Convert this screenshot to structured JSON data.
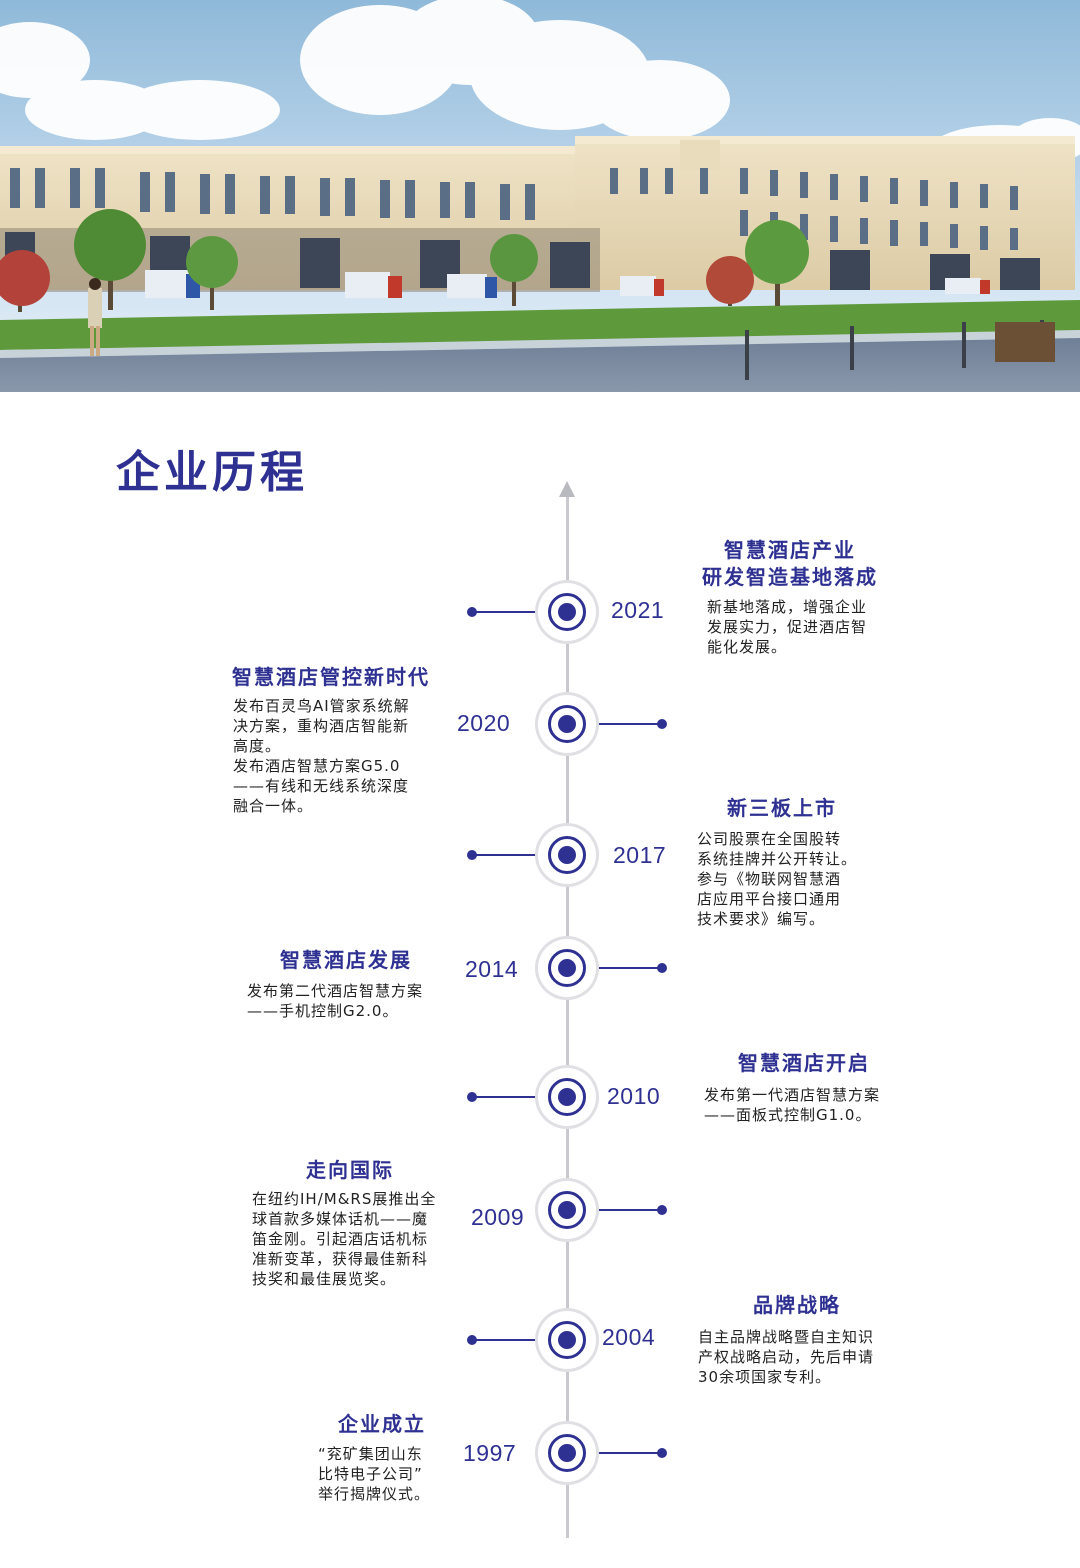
{
  "page": {
    "title": "企业历程"
  },
  "colors": {
    "accent": "#2e3192",
    "axis": "#c9c9cf",
    "text": "#222222"
  },
  "timeline": [
    {
      "year": "2021",
      "side": "right",
      "title_lines": [
        "智慧酒店产业",
        "研发智造基地落成"
      ],
      "desc_lines": [
        "新基地落成，增强企业",
        "发展实力，促进酒店智",
        "能化发展。"
      ]
    },
    {
      "year": "2020",
      "side": "left",
      "title_lines": [
        "智慧酒店管控新时代"
      ],
      "desc_lines": [
        "发布百灵鸟AI管家系统解",
        "决方案，重构酒店智能新",
        "高度。",
        "发布酒店智慧方案G5.0",
        "——有线和无线系统深度",
        "融合一体。"
      ]
    },
    {
      "year": "2017",
      "side": "right",
      "title_lines": [
        "新三板上市"
      ],
      "desc_lines": [
        "公司股票在全国股转",
        "系统挂牌并公开转让。",
        "参与《物联网智慧酒",
        "店应用平台接口通用",
        "技术要求》编写。"
      ]
    },
    {
      "year": "2014",
      "side": "left",
      "title_lines": [
        "智慧酒店发展"
      ],
      "desc_lines": [
        "发布第二代酒店智慧方案",
        "——手机控制G2.0。"
      ]
    },
    {
      "year": "2010",
      "side": "right",
      "title_lines": [
        "智慧酒店开启"
      ],
      "desc_lines": [
        "发布第一代酒店智慧方案",
        "——面板式控制G1.0。"
      ]
    },
    {
      "year": "2009",
      "side": "left",
      "title_lines": [
        "走向国际"
      ],
      "desc_lines": [
        "在纽约IH/M&RS展推出全",
        "球首款多媒体话机——魔",
        "笛金刚。引起酒店话机标",
        "准新变革，获得最佳新科",
        "技奖和最佳展览奖。"
      ]
    },
    {
      "year": "2004",
      "side": "right",
      "title_lines": [
        "品牌战略"
      ],
      "desc_lines": [
        "自主品牌战略暨自主知识",
        "产权战略启动，先后申请",
        "30余项国家专利。"
      ]
    },
    {
      "year": "1997",
      "side": "left",
      "title_lines": [
        "企业成立"
      ],
      "desc_lines": [
        "“兖矿集团山东",
        "比特电子公司”",
        "举行揭牌仪式。"
      ]
    }
  ]
}
